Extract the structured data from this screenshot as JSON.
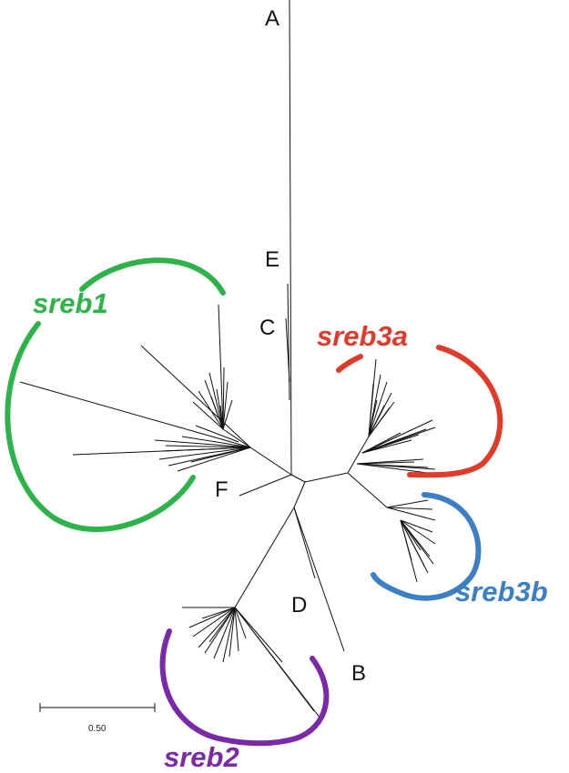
{
  "node_labels": {
    "a": "A",
    "b": "B",
    "c": "C",
    "d": "D",
    "e": "E",
    "f": "F"
  },
  "clades": {
    "sreb1": {
      "label": "sreb1",
      "color": "#2db34a"
    },
    "sreb2": {
      "label": "sreb2",
      "color": "#7a2aa8"
    },
    "sreb3a": {
      "label": "sreb3a",
      "color": "#e03a2a"
    },
    "sreb3b": {
      "label": "sreb3b",
      "color": "#3d7fc4"
    }
  },
  "scale_bar": {
    "label": "0.50"
  },
  "colors": {
    "branch": "#111111",
    "background": "#ffffff"
  }
}
